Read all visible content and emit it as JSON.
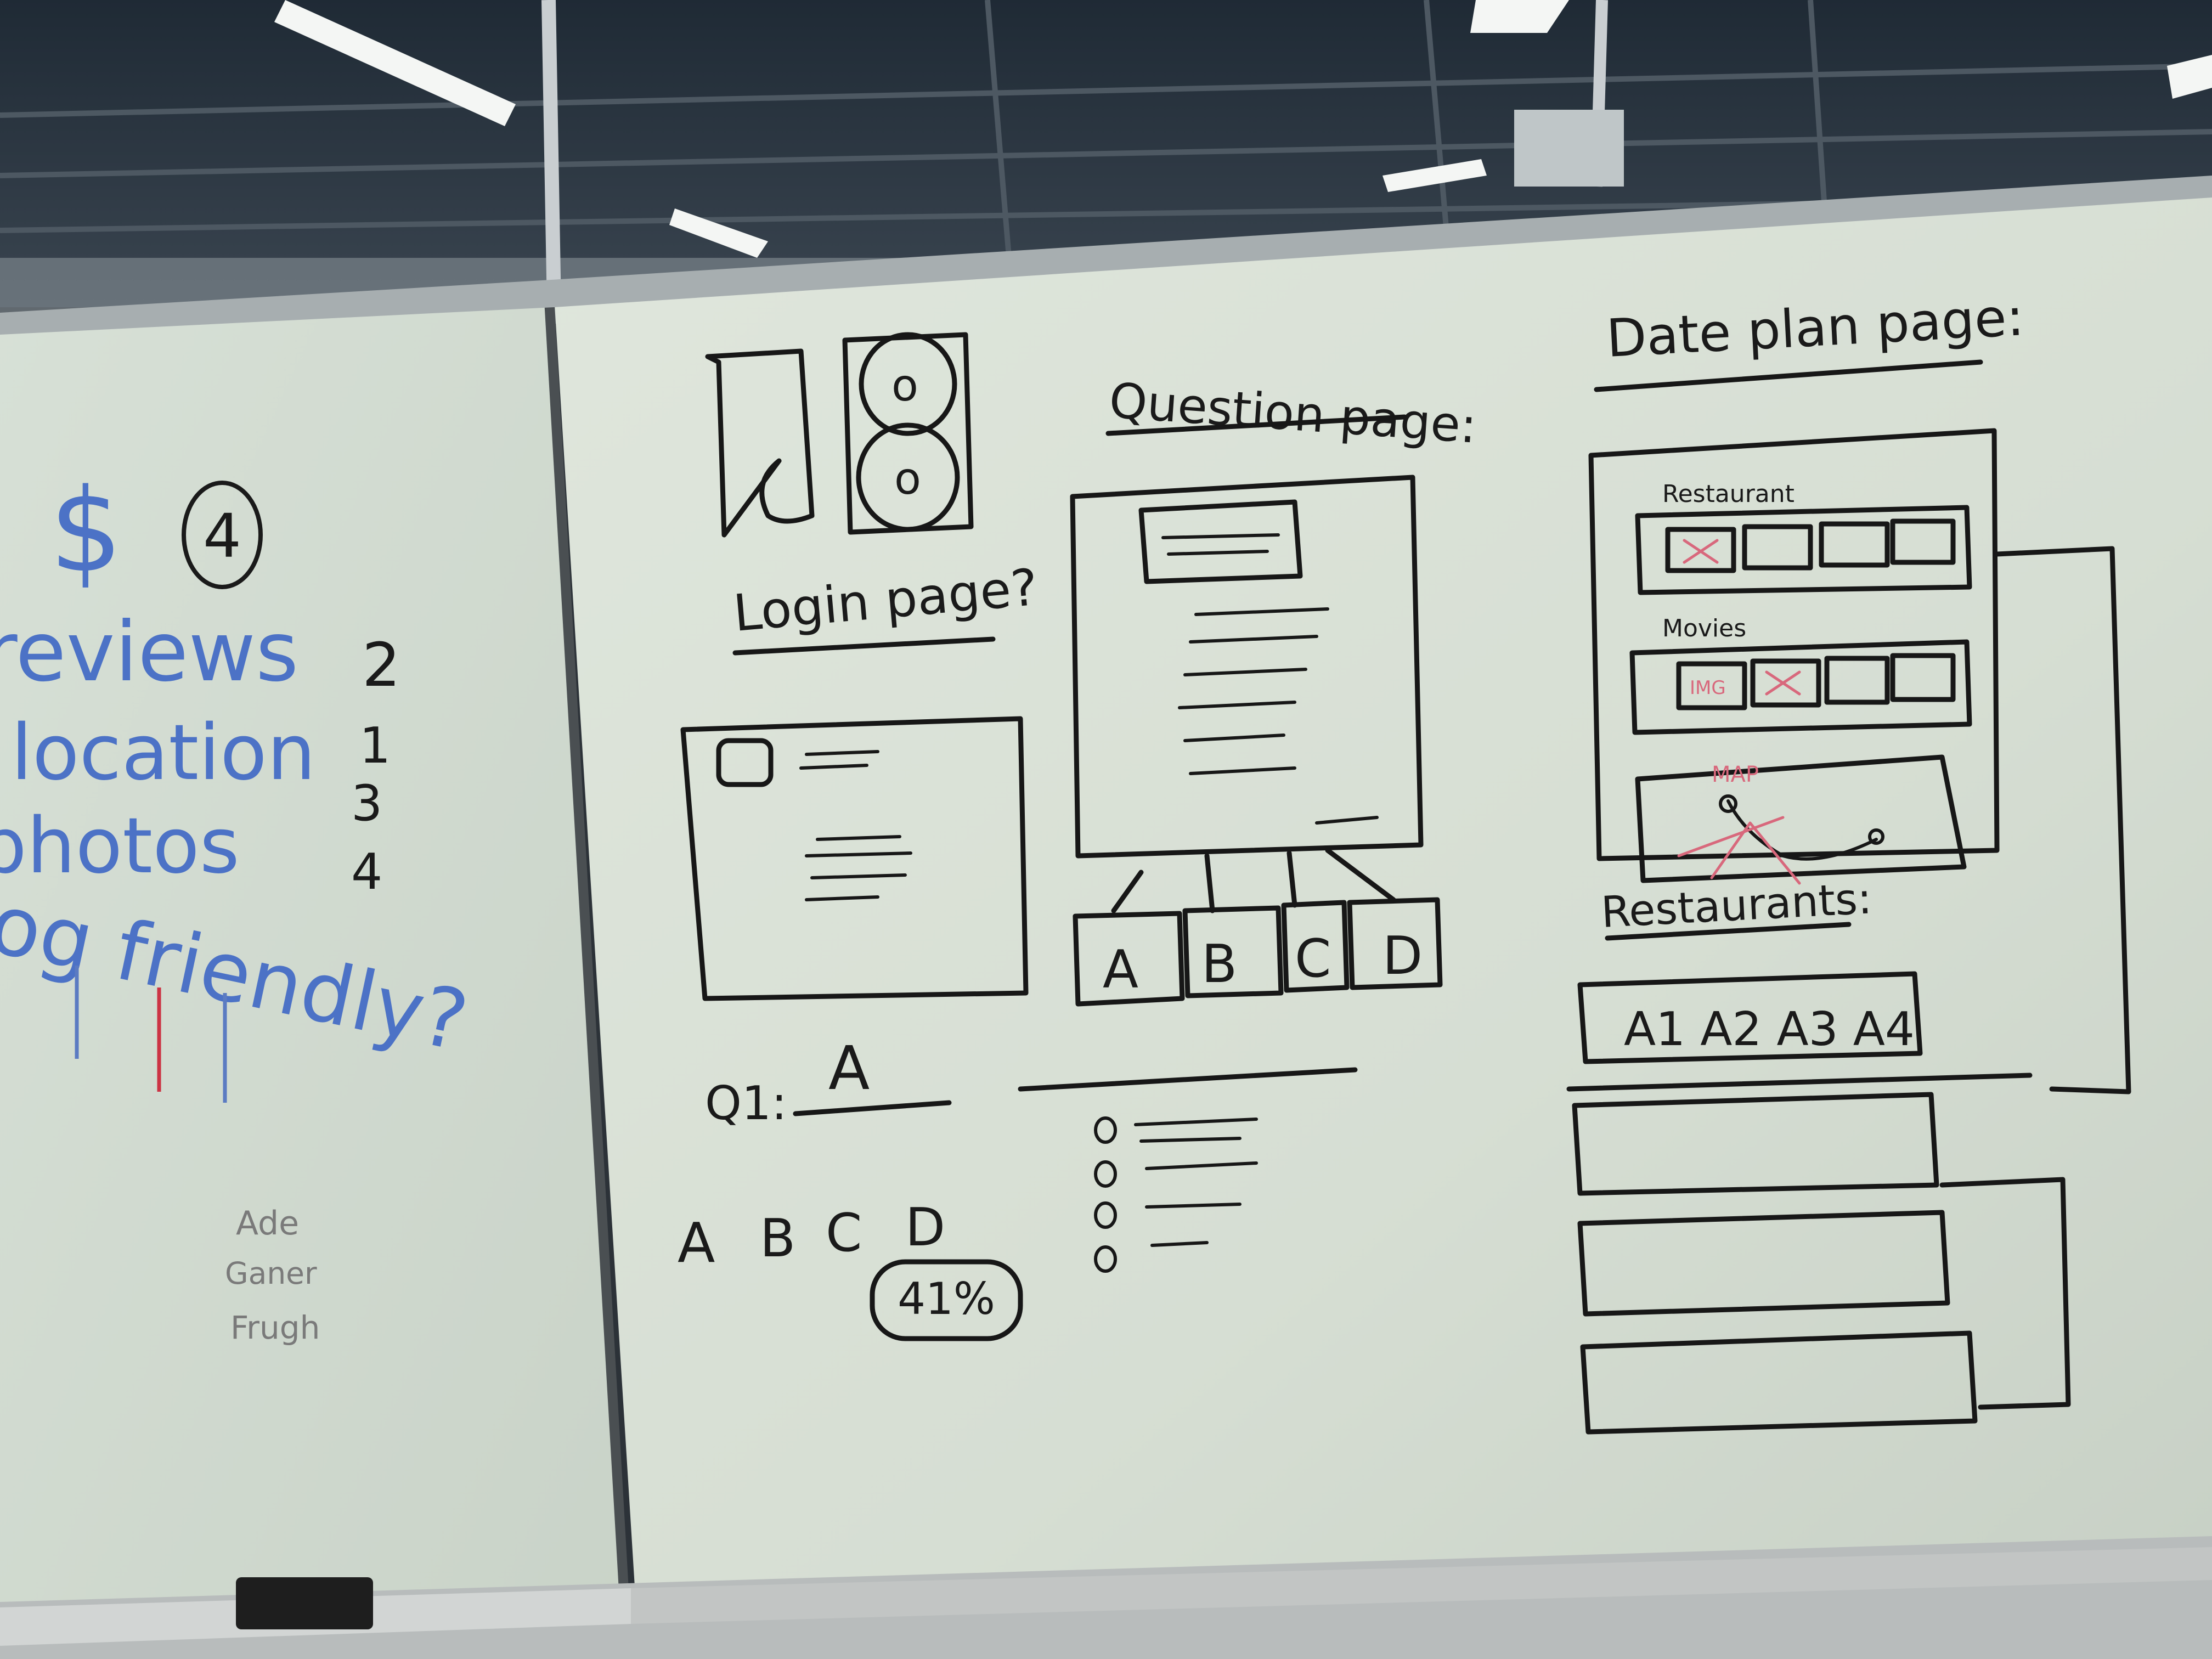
{
  "left_board": {
    "dollar_sign": "$",
    "circled_number": "4",
    "criteria": [
      {
        "label": "reviews",
        "rank": "2"
      },
      {
        "label": "location",
        "rank": "1"
      },
      {
        "label": "photos",
        "rank": "3"
      },
      {
        "label": "dog friendly?",
        "rank": "4"
      }
    ],
    "names": [
      "Ade",
      "Ganer",
      "Frugh"
    ]
  },
  "right_board": {
    "question_title": "Question page:",
    "login_title": "Login page?",
    "answer_tabs": [
      "A",
      "B",
      "C",
      "D"
    ],
    "q1_label": "Q1:",
    "q1_answer": "A",
    "choices_row": [
      "A",
      "B",
      "C",
      "D"
    ],
    "percent": "41%",
    "date_plan_title": "Date plan page:",
    "restaurant_label": "Restaurant",
    "movies_label": "Movies",
    "map_label": "MAP",
    "movie_tag": "IMG",
    "restaurants_title": "Restaurants:",
    "restaurant_tabs": "A1 A2 A3 A4"
  }
}
